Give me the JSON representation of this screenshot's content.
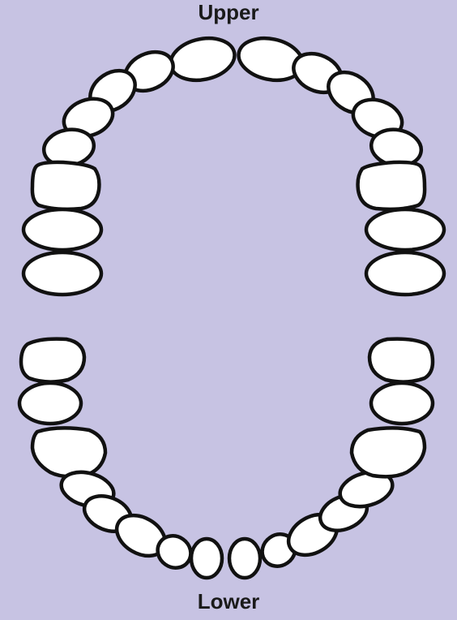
{
  "labels": {
    "upper": "Upper",
    "lower": "Lower"
  },
  "colors": {
    "background": "#c7c3e3",
    "tooth_fill": "#ffffff",
    "tooth_outline": "#111111"
  },
  "arches": {
    "upper": {
      "tooth_count": 16
    },
    "lower": {
      "tooth_count": 16
    }
  }
}
